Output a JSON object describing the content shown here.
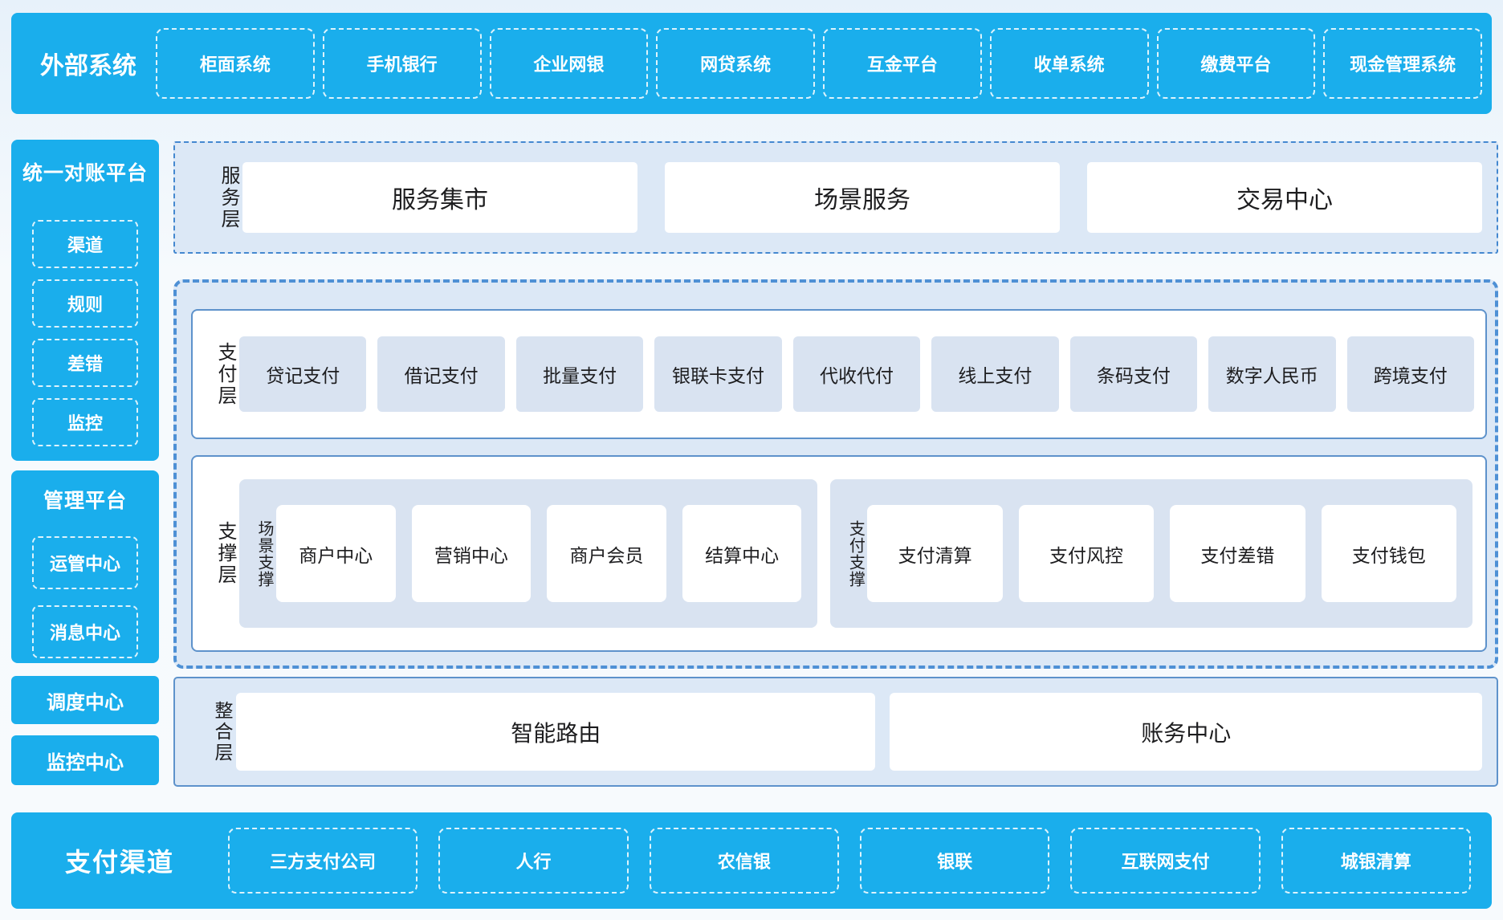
{
  "colors": {
    "accent_cyan": "#1aaeec",
    "layer_panel_bg": "#dce8f6",
    "item_box_bg": "#d9e3f1",
    "solid_border_blue": "#5e92cb",
    "dashed_border_blue": "#4e90d5",
    "text_dark": "#1d1d1f",
    "text_white": "#ffffff"
  },
  "top_bar": {
    "title": "外部系统",
    "items": [
      "柜面系统",
      "手机银行",
      "企业网银",
      "网贷系统",
      "互金平台",
      "收单系统",
      "缴费平台",
      "现金管理系统"
    ]
  },
  "left_sidebar": {
    "reconciliation_panel": {
      "title": "统一对账平台",
      "items": [
        "渠道",
        "规则",
        "差错",
        "监控"
      ]
    },
    "management_panel": {
      "title": "管理平台",
      "items": [
        "运管中心",
        "消息中心"
      ]
    },
    "blocks": [
      "调度中心",
      "监控中心"
    ]
  },
  "service_layer": {
    "label": "服务层",
    "items": [
      "服务集市",
      "场景服务",
      "交易中心"
    ]
  },
  "payment_layer": {
    "label": "支付层",
    "items": [
      "贷记支付",
      "借记支付",
      "批量支付",
      "银联卡支付",
      "代收代付",
      "线上支付",
      "条码支付",
      "数字人民币",
      "跨境支付"
    ]
  },
  "support_layer": {
    "label": "支撑层",
    "groups": [
      {
        "label": "场景支撑",
        "items": [
          "商户中心",
          "营销中心",
          "商户会员",
          "结算中心"
        ]
      },
      {
        "label": "支付支撑",
        "items": [
          "支付清算",
          "支付风控",
          "支付差错",
          "支付钱包"
        ]
      }
    ]
  },
  "integration_layer": {
    "label": "整合层",
    "items": [
      "智能路由",
      "账务中心"
    ]
  },
  "bottom_bar": {
    "title": "支付渠道",
    "items": [
      "三方支付公司",
      "人行",
      "农信银",
      "银联",
      "互联网支付",
      "城银清算"
    ]
  }
}
